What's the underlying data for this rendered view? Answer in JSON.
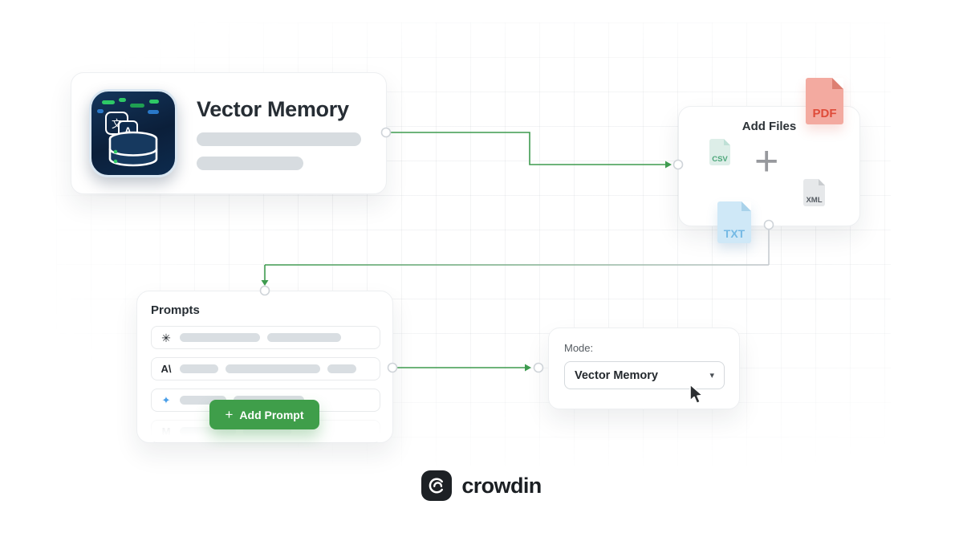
{
  "colors": {
    "accent_green": "#3E9B4F",
    "line_gray": "#C7CCD1",
    "bar_gray": "#D7DCE0",
    "pdf_red": "#DF4B39",
    "txt_blue": "#74B9E4",
    "csv_green": "#4AA578",
    "xml_gray": "#565C63",
    "button_green": "#3F9E4A"
  },
  "vector_memory_card": {
    "title": "Vector Memory"
  },
  "add_files_card": {
    "title": "Add Files",
    "plus": "+",
    "files": {
      "csv": "CSV",
      "xml": "XML",
      "pdf": "PDF",
      "txt": "TXT"
    }
  },
  "prompts_card": {
    "title": "Prompts",
    "add_button": {
      "plus": "+",
      "label": "Add Prompt"
    }
  },
  "mode_card": {
    "label": "Mode:",
    "selected_value": "Vector Memory"
  },
  "footer": {
    "brand": "crowdin"
  },
  "icons": {
    "openai": "✳",
    "anthropic": "A\\",
    "spark": "✦",
    "mistral": "M",
    "chevron_down": "▾",
    "translate_cjk": "文",
    "translate_latin": "A"
  }
}
